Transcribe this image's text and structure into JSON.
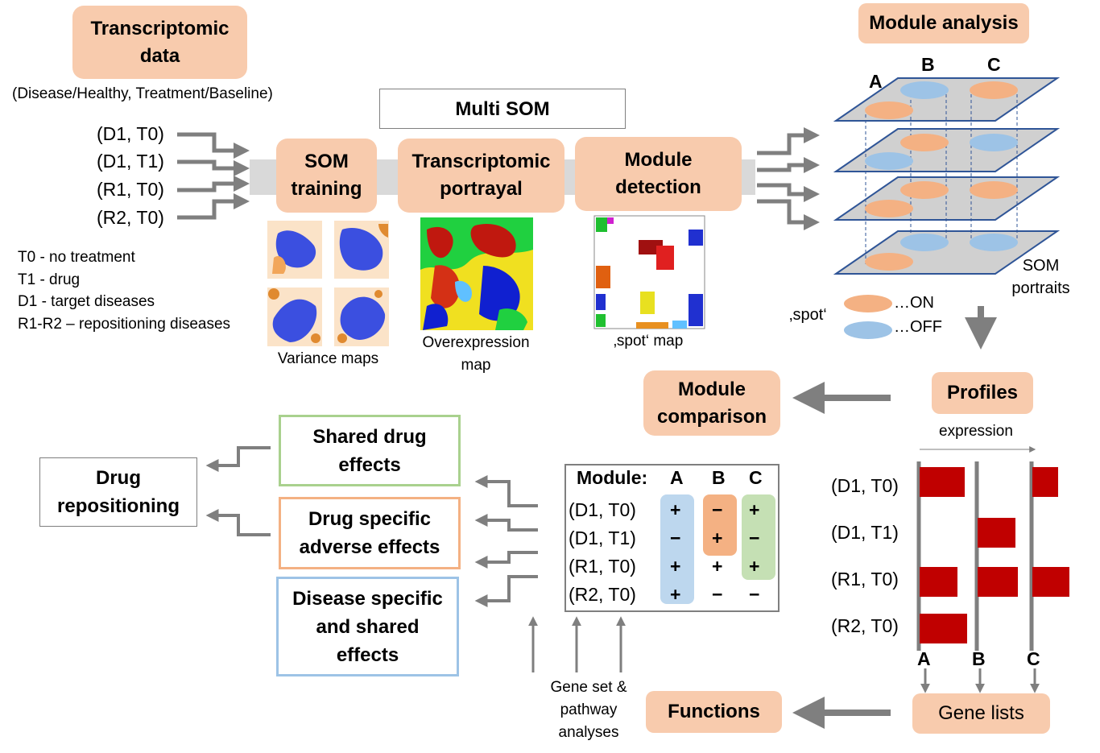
{
  "colors": {
    "peach": "#f8cbad",
    "gray_arrow": "#7f7f7f",
    "grid_gray": "#d9d9d9",
    "plane_fill": "#d0d0d0",
    "plane_border": "#2f5597",
    "spot_on": "#f4b183",
    "spot_off": "#9dc3e6",
    "bar_red": "#c00000",
    "green_border": "#a9d18e",
    "orange_border": "#f4b183",
    "blue_border": "#9dc3e6"
  },
  "input": {
    "title": "Transcriptomic data",
    "subtitle": "(Disease/Healthy, Treatment/Baseline)",
    "samples": [
      "(D1, T0)",
      "(D1, T1)",
      "(R1, T0)",
      "(R2, T0)"
    ],
    "legend": [
      "T0 - no treatment",
      "T1 - drug",
      "D1 - target diseases",
      "R1-R2 – repositioning diseases"
    ]
  },
  "multisom": {
    "title": "Multi SOM",
    "steps": [
      "SOM training",
      "Transcriptomic portrayal",
      "Module detection"
    ],
    "captions": {
      "variance": "Variance maps",
      "overexpression": "Overexpression map",
      "spot": "‚spot‘ map"
    }
  },
  "module_analysis": {
    "title": "Module analysis",
    "labels": [
      "A",
      "B",
      "C"
    ],
    "portraits_label": "SOM portraits",
    "spot_label": "‚spot‘",
    "on_label": "…ON",
    "off_label": "…OFF"
  },
  "profiles": {
    "title": "Profiles",
    "axis_label": "expression",
    "rows": [
      "(D1, T0)",
      "(D1, T1)",
      "(R1, T0)",
      "(R2, T0)"
    ],
    "columns": [
      "A",
      "B",
      "C"
    ],
    "values": [
      [
        1,
        0,
        1
      ],
      [
        0,
        1,
        0
      ],
      [
        1,
        1,
        1
      ],
      [
        1,
        0,
        0
      ]
    ],
    "gene_lists": "Gene lists",
    "functions": "Functions"
  },
  "comparison": {
    "title": "Module comparison",
    "table_header": "Module:",
    "columns": [
      "A",
      "B",
      "C"
    ],
    "rows": [
      {
        "label": "(D1, T0)",
        "cells": [
          "+",
          "−",
          "+"
        ]
      },
      {
        "label": "(D1, T1)",
        "cells": [
          "−",
          "+",
          "−"
        ]
      },
      {
        "label": "(R1, T0)",
        "cells": [
          "+",
          "+",
          "+"
        ]
      },
      {
        "label": "(R2, T0)",
        "cells": [
          "+",
          "−",
          "−"
        ]
      }
    ],
    "gene_set_caption": "Gene set & pathway analyses"
  },
  "effects": {
    "shared": "Shared drug effects",
    "specific": "Drug specific adverse effects",
    "disease": "Disease specific and shared effects",
    "repositioning": "Drug repositioning"
  }
}
